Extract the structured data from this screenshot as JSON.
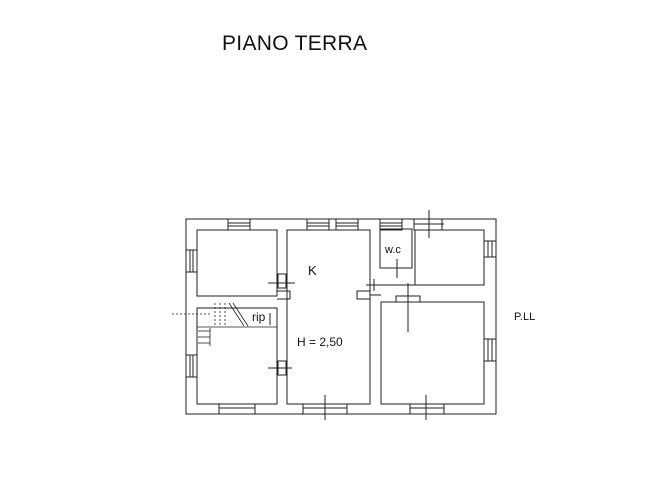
{
  "title": "PIANO TERRA",
  "labels": {
    "kitchen": "K",
    "wc": "w.c",
    "ripostiglio": "rip",
    "height": "H = 2,50",
    "pll": "P.LL"
  }
}
